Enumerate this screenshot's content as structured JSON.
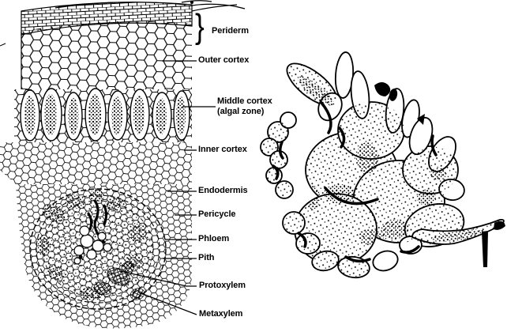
{
  "figure": {
    "colors": {
      "ink": "#000000",
      "background": "#ffffff"
    },
    "labels": {
      "periderm": "Periderm",
      "periderm_brace": "}",
      "outer_cortex": "Outer cortex",
      "middle_cortex_line1": "Middle cortex",
      "middle_cortex_line2": "(algal zone)",
      "inner_cortex": "Inner cortex",
      "endodermis": "Endodermis",
      "pericycle": "Pericycle",
      "phloem": "Phloem",
      "pith": "Pith",
      "protoxylem": "Protoxylem",
      "metaxylem": "Metaxylem"
    }
  }
}
